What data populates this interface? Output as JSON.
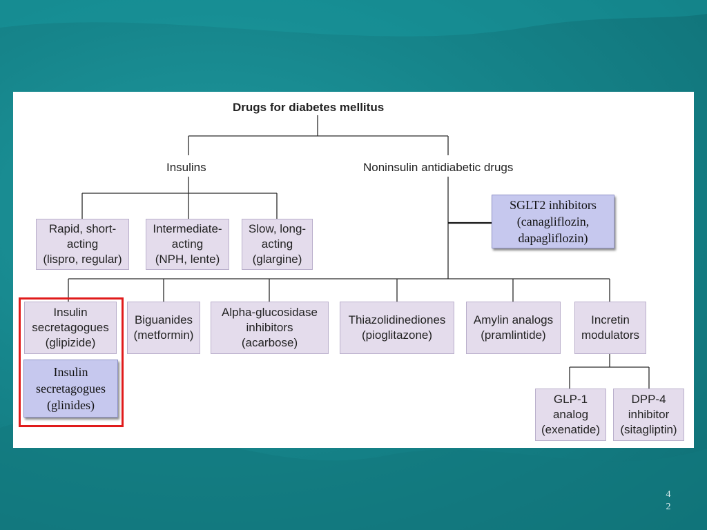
{
  "diagram": {
    "title": "Drugs for diabetes mellitus",
    "insulins": {
      "label": "Insulins",
      "rapid": "Rapid, short-\nacting\n(lispro, regular)",
      "intermediate": "Intermediate-\nacting\n(NPH, lente)",
      "slow": "Slow, long-\nacting\n(glargine)"
    },
    "noninsulin": {
      "label": "Noninsulin antidiabetic drugs",
      "secretagogues": "Insulin\nsecretagogues\n(glipizide)",
      "biguanides": "Biguanides\n(metformin)",
      "alpha": "Alpha-glucosidase\ninhibitors\n(acarbose)",
      "tzd": "Thiazolidinediones\n(pioglitazone)",
      "amylin": "Amylin analogs\n(pramlintide)",
      "incretin": "Incretin\nmodulators",
      "glp1": "GLP-1\nanalog\n(exenatide)",
      "dpp4": "DPP-4\ninhibitor\n(sitagliptin)"
    },
    "callouts": {
      "sglt2": "SGLT2 inhibitors\n(canagliflozin,\ndapagliflozin)",
      "glinides": "Insulin\nsecretagogues\n(glinides)"
    }
  },
  "slide": {
    "page_number": "4\n2"
  },
  "colors": {
    "background": "#16858b",
    "box_fill": "#e4dcec",
    "callout_fill": "#c6c8ee",
    "highlight": "#e01b1b"
  }
}
